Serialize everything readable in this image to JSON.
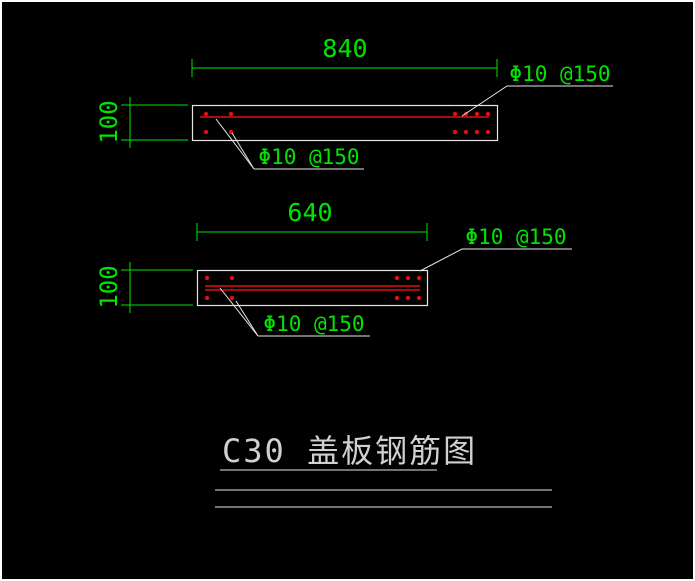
{
  "drawing": {
    "title": "C30 盖板钢筋图",
    "sections": {
      "top": {
        "width_dim": "840",
        "height_dim": "100",
        "top_label": "Φ10 @150",
        "bottom_label": "Φ10 @150"
      },
      "bottom": {
        "width_dim": "640",
        "height_dim": "100",
        "top_label": "Φ10 @150",
        "bottom_label": "Φ10 @150"
      }
    }
  },
  "colors": {
    "background": "#000000",
    "dimension_green": "#00e400",
    "rebar_red": "#e01010",
    "outline_white": "#e6e6e6",
    "title_gray": "#d0d0d0",
    "frame_white": "#ffffff"
  }
}
